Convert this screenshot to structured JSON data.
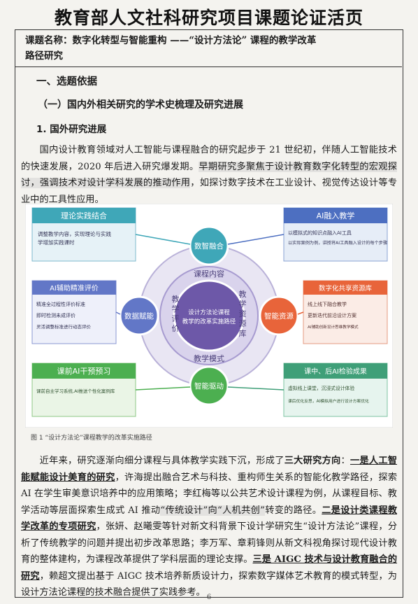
{
  "page_title": "教育部人文社科研究项目课题论证活页",
  "topic": {
    "label": "课题名称：",
    "name_line1": "数字化转型与智能重构 ——“设计方法论” 课程的教学改革",
    "name_line2": "路径研究"
  },
  "heading1": "一、选题依据",
  "heading2": "（一）国内外相关研究的学术史梳理及研究进展",
  "heading3": "1. 国外研究进展",
  "para1": {
    "a": "国内设计教育领域对人工智能与课程融合的研究起步于 21 世纪初，伴随人工智能技术的快速发展，2020 年后进入研究爆发期。",
    "b": "早期研究多聚焦于设计教育数字化转型的宏观探讨，强调技术对设计学科发展的推动作用",
    "c": "，如探讨数字技术在工业设计、视觉传达设计等专业中的工具性应用。"
  },
  "figure": {
    "caption": "图 1 “设计方法论”课程教学的改革实施路径",
    "center_text": [
      "设计方法论课程",
      "教学的改革实施路径"
    ],
    "ring_labels": {
      "top": "课程内容",
      "bottom": "教学模式",
      "left": [
        "教",
        "学",
        "评",
        "价"
      ],
      "right": [
        "教",
        "学",
        "资",
        "源",
        "库"
      ]
    },
    "nodes": {
      "top": "数智融合",
      "left": "数据赋能",
      "right": "智能资源",
      "bottom": "智能驱动"
    },
    "boxes": {
      "tl": {
        "title": "理论实践结合",
        "items": [
          "调整教学内容，实现理论与实践",
          "学增加实践课时"
        ]
      },
      "tr": {
        "title": "AI融入教学",
        "items": [
          "以模拟式的知识点融入AI工具",
          "以实际案例为例，讲授将AI工具融入设计的每个步骤"
        ]
      },
      "ml": {
        "title": "AI辅助精准评价",
        "items": [
          "精准全过程性评价标准",
          "即时检测未成评价",
          "灵活调整标准进行动态评价"
        ]
      },
      "mr": {
        "title": "数字化共享资源库",
        "items": [
          "线上线下融合教学",
          "更新迭代前沿设计方案",
          "AI辅助创新设计思维教学模式"
        ]
      },
      "bl": {
        "title": "课前AI干预预习",
        "items": [
          "课前自主学习系统,AI推送个性化案例库"
        ]
      },
      "br": {
        "title": "课中、后AI检验成果",
        "items": [
          "虚拟线上课堂，沉浸式设计体验",
          "课后优化反思，AI模拟用户进行设计方案优化"
        ]
      }
    }
  },
  "para2": {
    "s1": "近年来，研究逐渐向细分课程与具体教学实践下沉，形成了",
    "s1b": "三大研究方向",
    "s1c": "：",
    "s2": "一是人工智能赋能设计美育的研究",
    "s3": "，许海提出融合艺术与科技、重构师生关系的智能化教学路径，探索 AI 在学生审美意识培养中的应用策略；李红梅等以公共艺术设计课程为例，从课程目标、教学活动等层面探索生成式 AI 推动",
    "s4": "“传统设计”向“人机共创”",
    "s5": "转变的路径。",
    "s6": "二是设计类课程教学改革的专项研究",
    "s7": "，张妍、赵曦雯等针对新文科背景下设计学研究生“设计方法论”课程，分析了传统教学的问题并提出初步改革思路；李万军、章莉锋则从新文科视角探讨现代设计教育的整体建构，为课程改革提供了学科层面的理论支撑。",
    "s8": "三是 AIGC 技术与设计教育融合的研究",
    "s9": "，赖超文提出基于 AIGC 技术培养新质设计力，探索数字媒体艺术教育的模式转型，为设计方法论课程的技术融合提供了实践参考。"
  },
  "page_number": "6",
  "colors": {
    "accent_green": "#43a062",
    "accent_blue": "#4d6fc1",
    "accent_orange": "#e8643a",
    "accent_purple": "#6d58a8",
    "teal": "#3fa7b8"
  }
}
